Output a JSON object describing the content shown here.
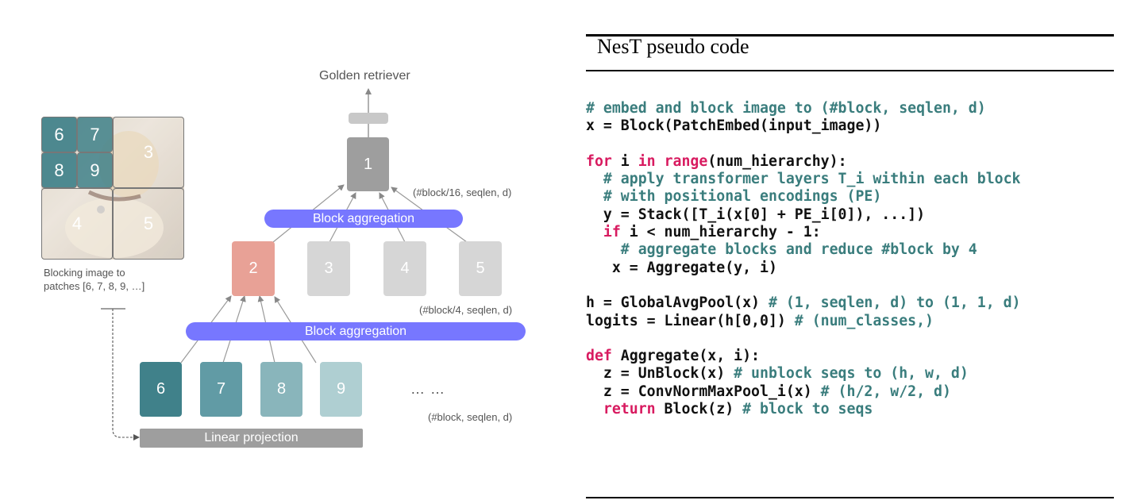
{
  "diagram": {
    "output_label": "Golden retriever",
    "image_caption_line1": "Blocking image to",
    "image_caption_line2": "patches [6, 7, 8, 9, …]",
    "image_patches": [
      "6",
      "7",
      "8",
      "9",
      "3",
      "4",
      "5"
    ],
    "top_node": "1",
    "level2_nodes": [
      "2",
      "3",
      "4",
      "5"
    ],
    "level3_nodes": [
      "6",
      "7",
      "8",
      "9"
    ],
    "ellipsis": "… …",
    "block_aggregation_label": "Block aggregation",
    "linear_projection_label": "Linear projection",
    "shape_top": "(#block/16, seqlen, d)",
    "shape_mid": "(#block/4, seqlen, d)",
    "shape_bottom": "(#block, seqlen, d)",
    "colors": {
      "aggregation": "#7777ff",
      "top_node": "#9e9e9e",
      "highlight_node": "#e8a196",
      "inactive_node": "#d6d6d6",
      "patch_6": "#40818a",
      "patch_7": "#619ba5",
      "patch_8": "#89b5bb",
      "patch_9": "#afcfd2",
      "linear_projection": "#9e9e9e",
      "classifier": "#c8c8c8"
    }
  },
  "code_panel": {
    "title": "NesT pseudo code",
    "lines": [
      [
        {
          "t": "# embed and block image to (#block, seqlen, d)",
          "c": "cm"
        }
      ],
      [
        {
          "t": "x = Block(PatchEmbed(input_image))",
          "c": ""
        }
      ],
      [
        {
          "t": "",
          "c": ""
        }
      ],
      [
        {
          "t": "for",
          "c": "kw"
        },
        {
          "t": " i ",
          "c": ""
        },
        {
          "t": "in",
          "c": "kw"
        },
        {
          "t": " ",
          "c": ""
        },
        {
          "t": "range",
          "c": "kw"
        },
        {
          "t": "(num_hierarchy):",
          "c": ""
        }
      ],
      [
        {
          "t": "  # apply transformer layers T_i within each block",
          "c": "cm"
        }
      ],
      [
        {
          "t": "  # with positional encodings (PE)",
          "c": "cm"
        }
      ],
      [
        {
          "t": "  y = Stack([T_i(x[0] + PE_i[0]), ...])",
          "c": ""
        }
      ],
      [
        {
          "t": "  ",
          "c": ""
        },
        {
          "t": "if",
          "c": "kw"
        },
        {
          "t": " i < num_hierarchy - 1:",
          "c": ""
        }
      ],
      [
        {
          "t": "    # aggregate blocks and reduce #block by 4",
          "c": "cm"
        }
      ],
      [
        {
          "t": "   x = Aggregate(y, i)",
          "c": ""
        }
      ],
      [
        {
          "t": "",
          "c": ""
        }
      ],
      [
        {
          "t": "h = GlobalAvgPool(x) ",
          "c": ""
        },
        {
          "t": "# (1, seqlen, d) to (1, 1, d)",
          "c": "cm"
        }
      ],
      [
        {
          "t": "logits = Linear(h[0,0]) ",
          "c": ""
        },
        {
          "t": "# (num_classes,)",
          "c": "cm"
        }
      ],
      [
        {
          "t": "",
          "c": ""
        }
      ],
      [
        {
          "t": "def",
          "c": "kw"
        },
        {
          "t": " Aggregate(x, i):",
          "c": ""
        }
      ],
      [
        {
          "t": "  z = UnBlock(x) ",
          "c": ""
        },
        {
          "t": "# unblock seqs to (h, w, d)",
          "c": "cm"
        }
      ],
      [
        {
          "t": "  z = ConvNormMaxPool_i(x) ",
          "c": ""
        },
        {
          "t": "# (h/2, w/2, d)",
          "c": "cm"
        }
      ],
      [
        {
          "t": "  ",
          "c": ""
        },
        {
          "t": "return",
          "c": "kw"
        },
        {
          "t": " Block(z) ",
          "c": ""
        },
        {
          "t": "# block to seqs",
          "c": "cm"
        }
      ]
    ]
  }
}
